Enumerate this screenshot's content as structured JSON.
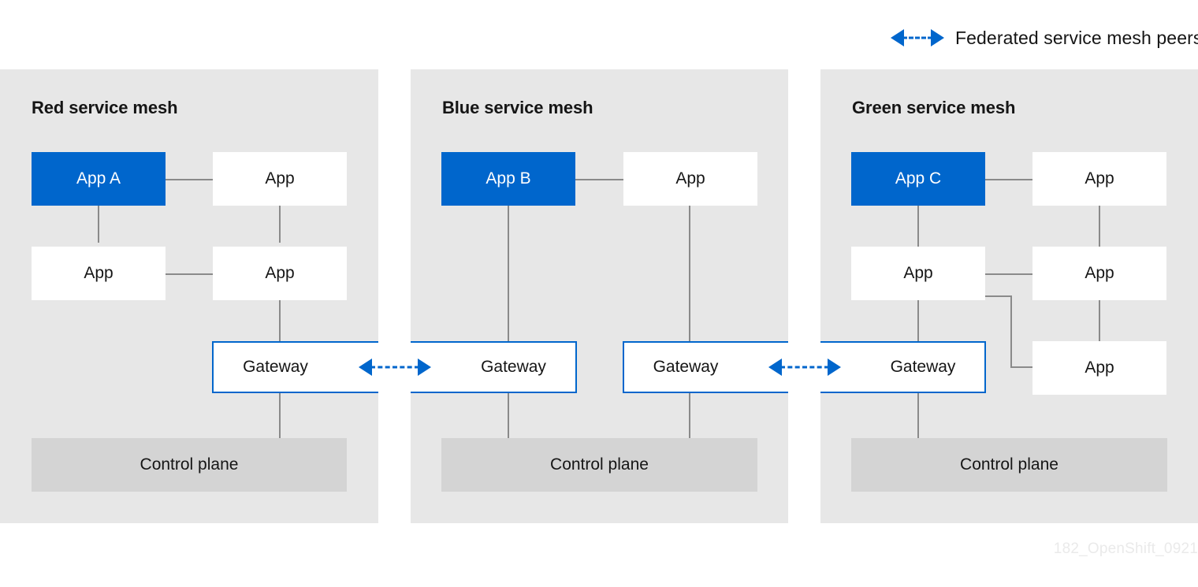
{
  "legend": {
    "icon": "dashed-double-arrow-icon",
    "label": "Federated service mesh peers"
  },
  "watermark": "182_OpenShift_0921",
  "colors": {
    "accent_blue": "#0066cc",
    "panel_background": "#e7e7e7",
    "control_plane": "#d4d4d4",
    "node_fill": "#ffffff",
    "connector": "#8a8a8a",
    "text": "#151515"
  },
  "meshes": [
    {
      "id": "red",
      "title": "Red service mesh",
      "primary_app": "App A",
      "apps": [
        "App",
        "App",
        "App"
      ],
      "gateways": [
        "Gateway"
      ],
      "control_plane": "Control plane"
    },
    {
      "id": "blue",
      "title": "Blue service mesh",
      "primary_app": "App B",
      "apps": [
        "App"
      ],
      "gateways": [
        "Gateway",
        "Gateway"
      ],
      "control_plane": "Control plane"
    },
    {
      "id": "green",
      "title": "Green service mesh",
      "primary_app": "App C",
      "apps": [
        "App",
        "App",
        "App",
        "App"
      ],
      "gateways": [
        "Gateway"
      ],
      "control_plane": "Control plane"
    }
  ],
  "peer_links": [
    {
      "from": "red-gateway",
      "to": "blue-gateway-left"
    },
    {
      "from": "blue-gateway-right",
      "to": "green-gateway"
    }
  ]
}
